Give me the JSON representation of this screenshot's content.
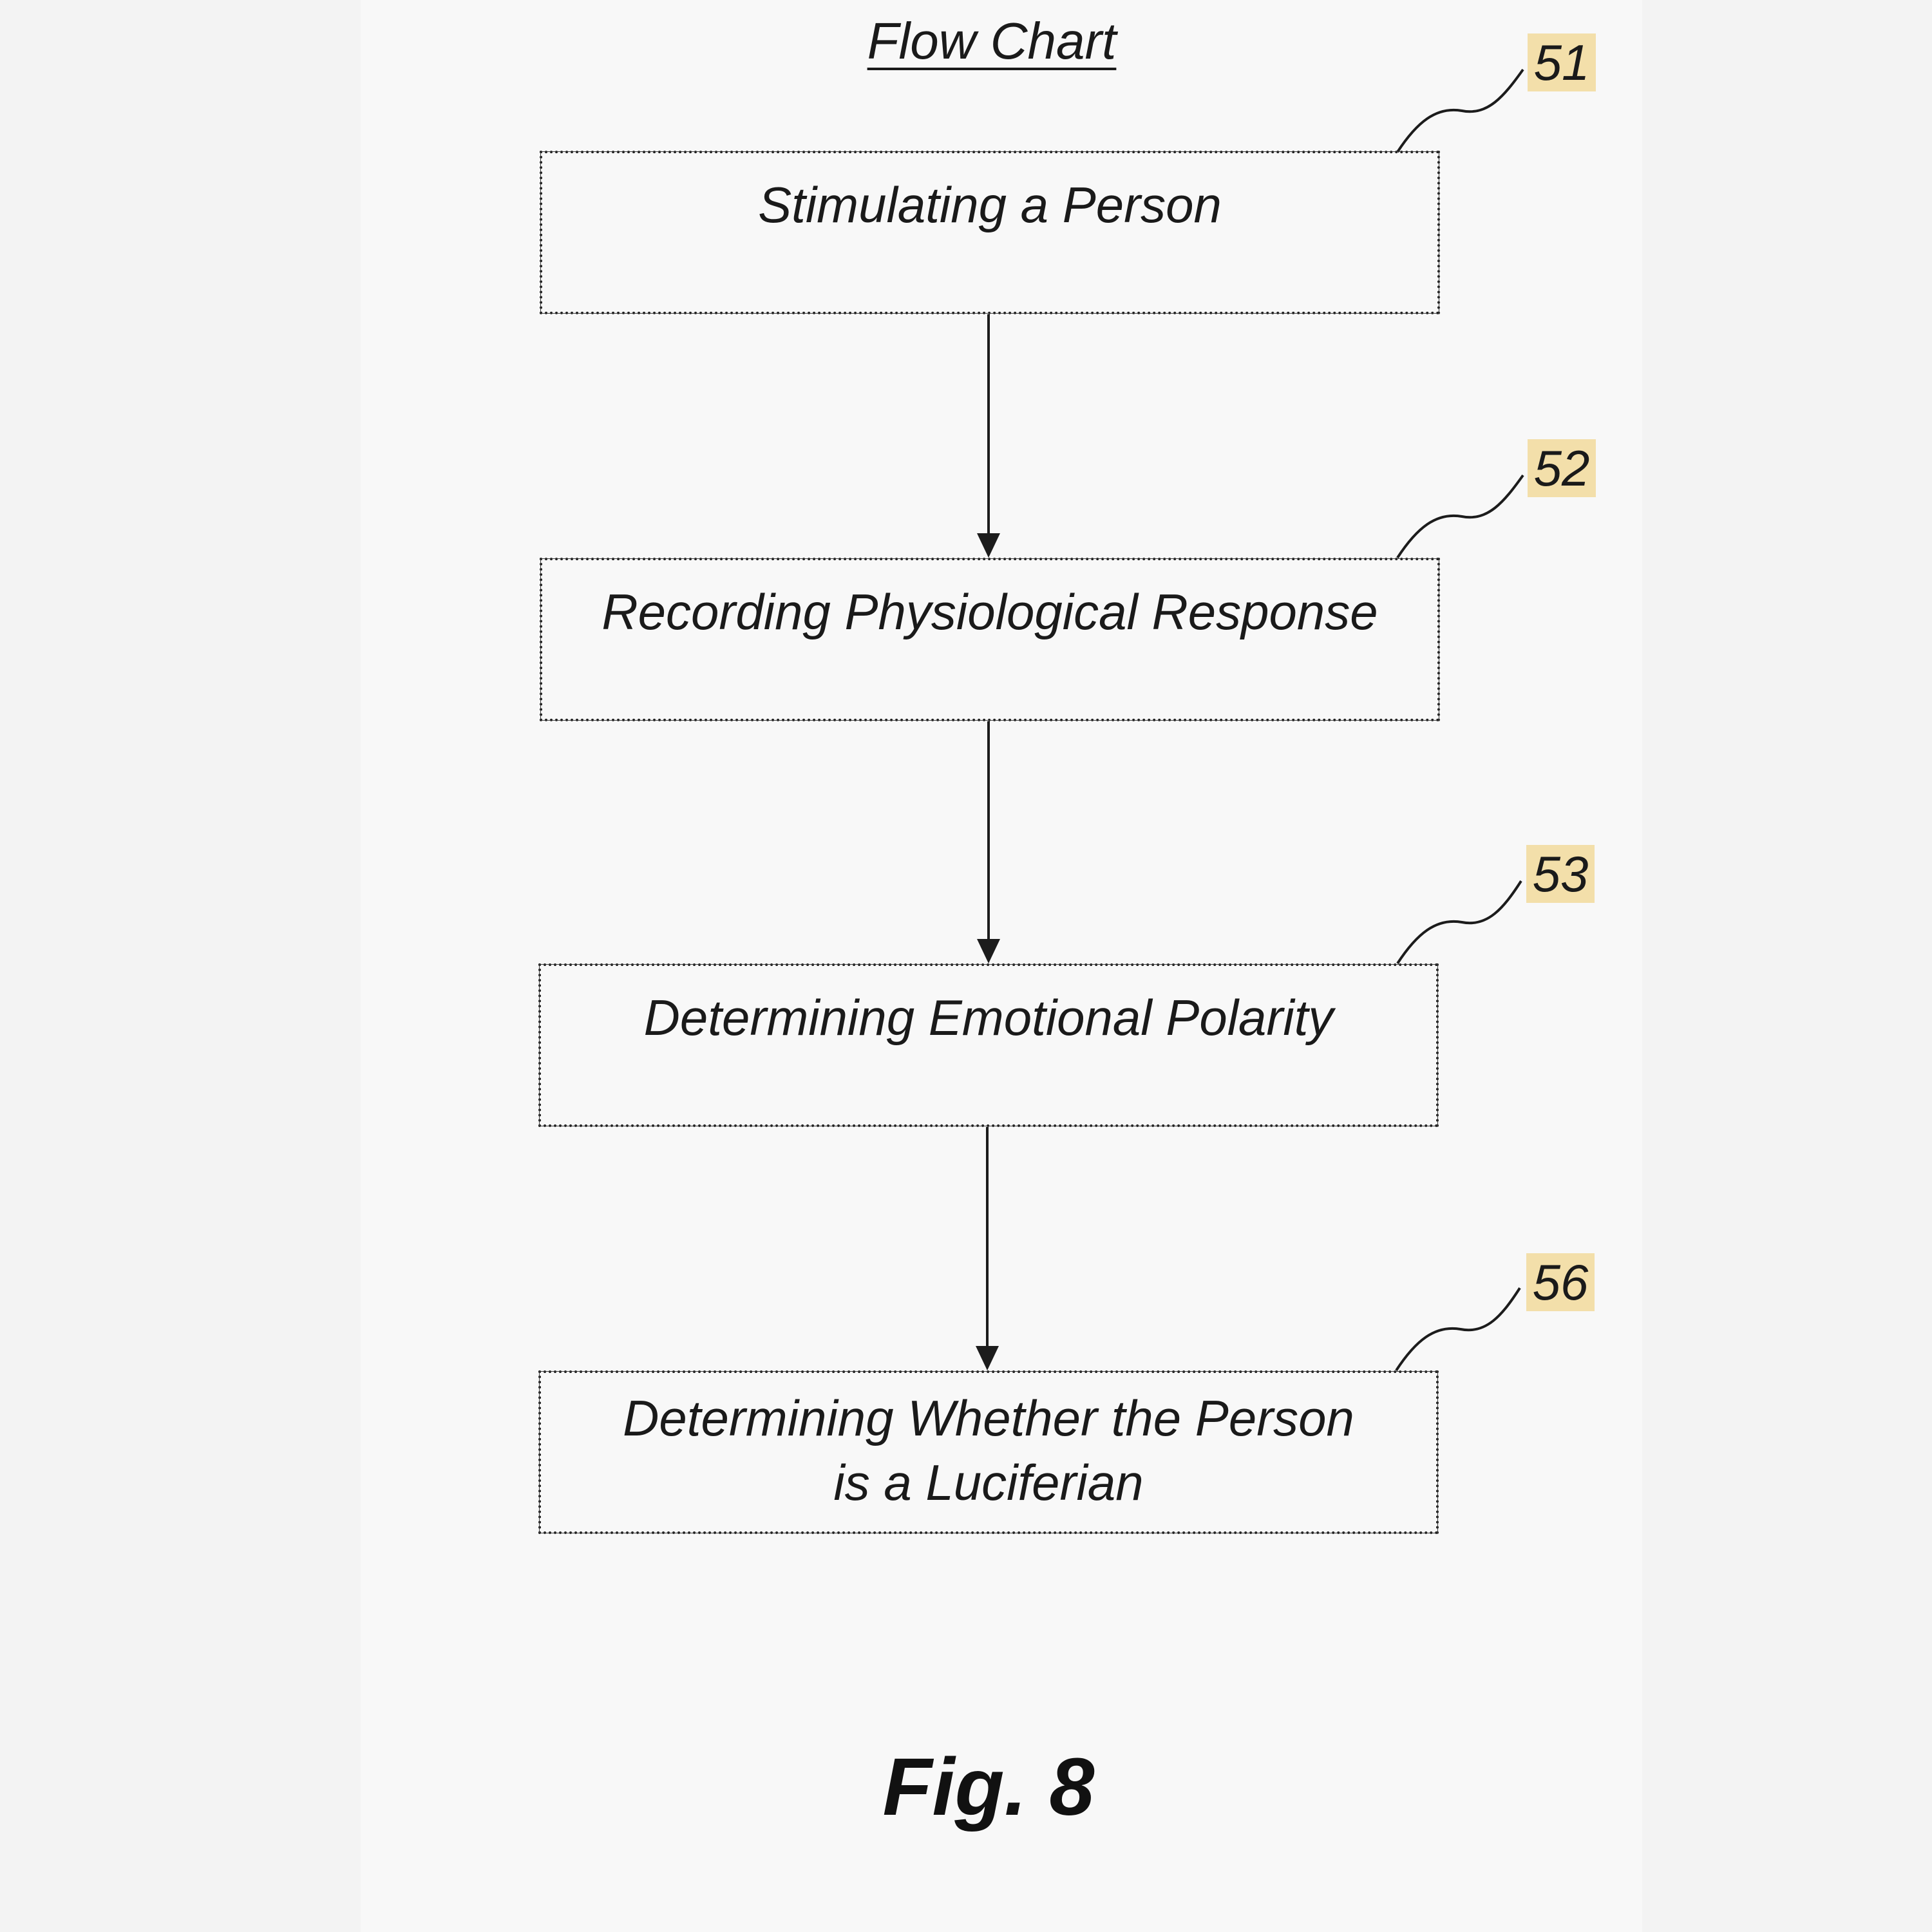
{
  "diagram": {
    "title": "Flow Chart",
    "figure_label": "Fig. 8",
    "steps": [
      {
        "ref": "51",
        "text": "Stimulating a Person"
      },
      {
        "ref": "52",
        "text": "Recording Physiological Response"
      },
      {
        "ref": "53",
        "text": "Determining Emotional Polarity"
      },
      {
        "ref": "56",
        "text": "Determining Whether the Person is a Luciferian"
      }
    ],
    "colors": {
      "line": "#1c1c1c",
      "ref_highlight": "#f3dfaa",
      "background": "#f8f8f8"
    }
  }
}
